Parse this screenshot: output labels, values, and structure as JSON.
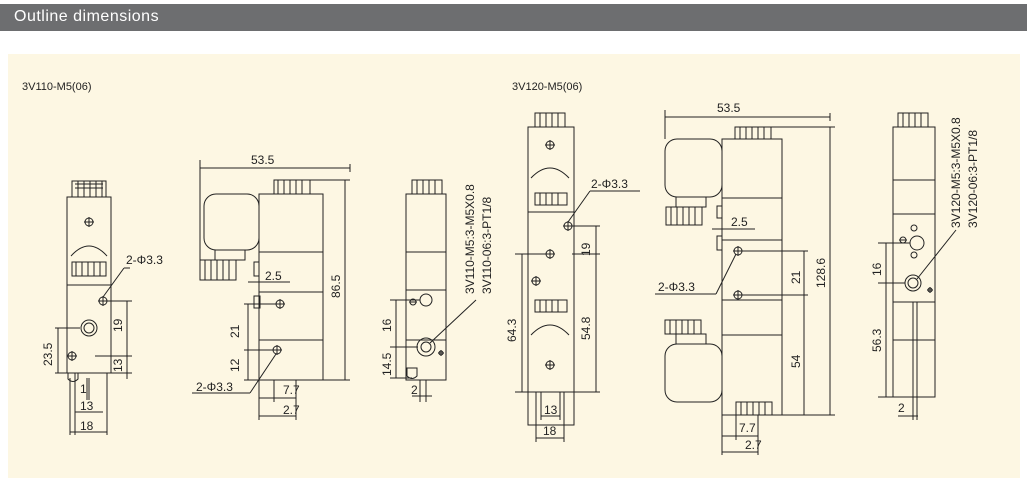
{
  "header": {
    "title": "Outline dimensions"
  },
  "models": {
    "left": "3V110-M5(06)",
    "right": "3V120-M5(06)"
  },
  "dims": {
    "d535": "53.5",
    "d865": "86.5",
    "d1286": "128.6",
    "d25": "2.5",
    "d21": "21",
    "d12": "12",
    "d19": "19",
    "d235": "23.5",
    "d13": "13",
    "d1": "1",
    "d18": "18",
    "d77": "7.7",
    "d27": "2.7",
    "d16": "16",
    "d145": "14.5",
    "d2": "2",
    "d643": "64.3",
    "d548": "54.8",
    "d54": "54",
    "d563": "56.3",
    "hole": "2-Φ3.3",
    "port1_m5": "3V110-M5:3-M5X0.8",
    "port1_06": "3V110-06:3-PT1/8",
    "port2_m5": "3V120-M5:3-M5X0.8",
    "port2_06": "3V120-06:3-PT1/8"
  },
  "colors": {
    "header_bg": "#6d6e70",
    "panel_bg": "#fdf7e3",
    "line": "#222222"
  }
}
